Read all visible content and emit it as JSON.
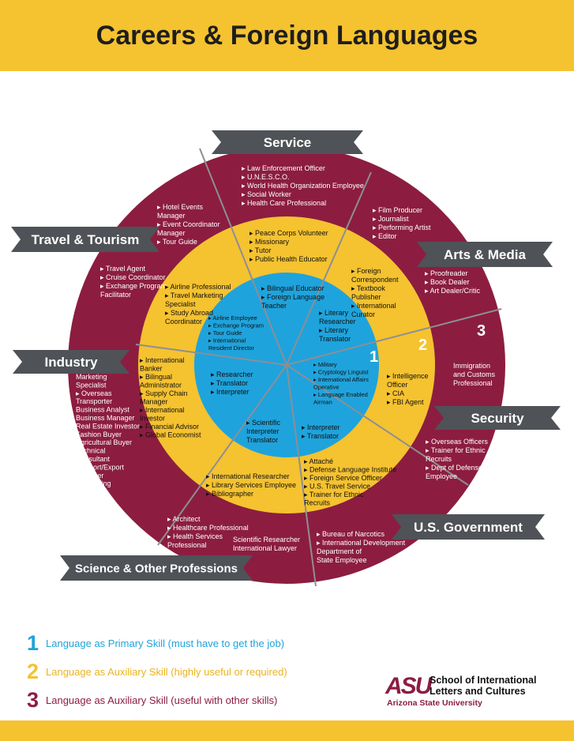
{
  "title": "Careers & Foreign Languages",
  "colors": {
    "outer": "#8c1d40",
    "middle": "#f5c230",
    "inner": "#1fa3dc",
    "banner": "#4f5257",
    "header": "#f5c230"
  },
  "ring_numbers": [
    "1",
    "2",
    "3"
  ],
  "banners": [
    {
      "id": "service",
      "label": "Service"
    },
    {
      "id": "travel",
      "label": "Travel & Tourism"
    },
    {
      "id": "arts",
      "label": "Arts & Media"
    },
    {
      "id": "industry",
      "label": "Industry"
    },
    {
      "id": "security",
      "label": "Security"
    },
    {
      "id": "government",
      "label": "U.S. Government"
    },
    {
      "id": "science",
      "label": "Science & Other Professions"
    }
  ],
  "blocks": {
    "service_outer": [
      "Law Enforcement Officer",
      "U.N.E.S.C.O.",
      "World Health Organization Employee",
      "Social Worker",
      "Health Care Professional"
    ],
    "service_mid": [
      "Peace Corps Volunteer",
      "Missionary",
      "Tutor",
      "Public Health Educator"
    ],
    "service_inner": [
      "Bilingual Educator",
      "Foreign Language",
      "Teacher"
    ],
    "hotel_outer": [
      "Hotel Events",
      "Manager",
      "Event Coordinator",
      "Manager",
      "Tour Guide"
    ],
    "travel_outer": [
      "Travel Agent",
      "Cruise Coordinator",
      "Exchange Program",
      "Facilitator"
    ],
    "travel_mid": [
      "Airline Professional",
      "Travel Marketing",
      "Specialist",
      "Study Abroad",
      "Coordinator"
    ],
    "travel_inner": [
      "Airline Employee",
      "Exchange Program",
      "Tour Guide",
      "International",
      "Resident Director"
    ],
    "arts_outer_top": [
      "Film Producer",
      "Journalist",
      "Performing Artist",
      "Editor"
    ],
    "arts_outer": [
      "Proofreader",
      "Book Dealer",
      "Art Dealer/Critic"
    ],
    "arts_mid": [
      "Foreign",
      "Correspondent",
      "Textbook",
      "Publisher",
      "International",
      "Curator"
    ],
    "arts_inner": [
      "Literary",
      "Researcher",
      "Literary",
      "Translator"
    ],
    "industry_outer": [
      "Marketing",
      "Specialist",
      "Overseas",
      "Transporter",
      "Business Analyst",
      "Business Manager",
      "Real Estate Investor",
      "Fashion Buyer",
      "Agricultural Buyer",
      "Technical",
      "Consultant",
      "Import/Export",
      "Manager",
      "Advertising",
      "Specialist"
    ],
    "industry_mid": [
      "International",
      "Banker",
      "Bilingual",
      "Administrator",
      "Supply Chain",
      "Manager",
      "International",
      "Investor",
      "Financial Advisor",
      "Global Economist"
    ],
    "industry_inner": [
      "Researcher",
      "Translator",
      "Interpreter"
    ],
    "security_outer_top": [
      "Immigration",
      "and Customs",
      "Professional"
    ],
    "security_outer": [
      "Overseas Officers",
      "Trainer for Ethnic",
      "Recruits",
      "Dept of Defense",
      "Employee"
    ],
    "security_mid": [
      "Intelligence",
      "Officer",
      "CIA",
      "FBI Agent"
    ],
    "security_inner": [
      "Military",
      "Cryptology Linguist",
      "International Affairs",
      "Operative",
      "Language Enabled",
      "Airman"
    ],
    "gov_outer": [
      "Bureau of Narcotics",
      "International Development",
      "Department of",
      "State Employee"
    ],
    "gov_mid": [
      "Attaché",
      "Defense Language Institute",
      "Foreign Service Officer",
      "U.S. Travel Service",
      "Trainer for Ethnic",
      "Recruits"
    ],
    "gov_inner": [
      "Interpreter",
      "Translator"
    ],
    "science_outer": [
      "Architect",
      "Healthcare Professional",
      "Health Services",
      "Professional"
    ],
    "science_outer2": [
      "Scientific Researcher",
      "International Lawyer"
    ],
    "science_mid": [
      "International Researcher",
      "Library Services Employee",
      "Bibliographer"
    ],
    "science_inner": [
      "Scientific",
      "Interpreter",
      "Translator"
    ]
  },
  "legend": [
    {
      "num": "1",
      "text": "Language as Primary Skill (must have to get the job)",
      "color": "#1fa3dc"
    },
    {
      "num": "2",
      "text": "Language as Auxiliary Skill (highly useful or required)",
      "color": "#f5c230"
    },
    {
      "num": "3",
      "text": "Language as Auxiliary Skill (useful with other skills)",
      "color": "#8c1d40"
    }
  ],
  "logo": {
    "mark": "ASU",
    "line1": "School of International",
    "line2": "Letters and Cultures",
    "line3": "Arizona State University"
  }
}
